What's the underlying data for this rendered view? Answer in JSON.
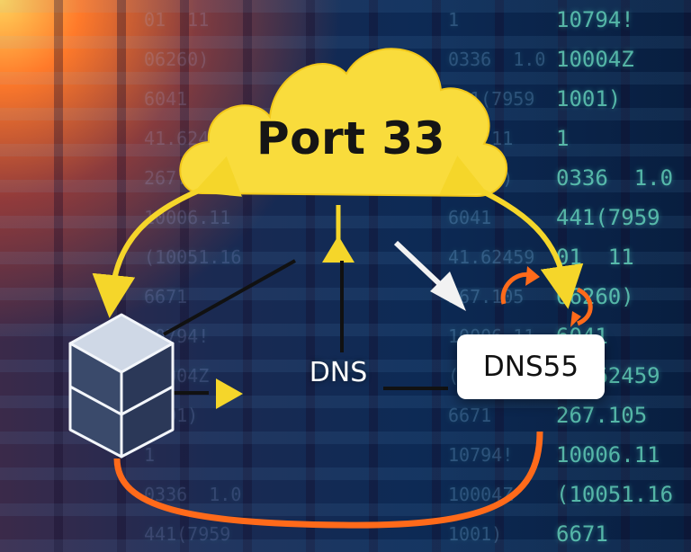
{
  "diagram": {
    "cloud": {
      "label": "Port 33",
      "color": "#f9dc3c"
    },
    "center_node": {
      "label": "DNS"
    },
    "dns_box": {
      "label": "DNS55"
    },
    "colors": {
      "yellow_arrow": "#f5d62a",
      "orange_loop": "#ff6a1a",
      "server": "#3a4a6b",
      "connector": "#111111"
    }
  },
  "background": {
    "code_lines": [
      "10794!",
      "10004Z",
      "1001)",
      "1",
      "0336  1.0",
      "441(7959",
      "01  11",
      "06260)",
      "6041",
      "41.62459",
      "267.105",
      "10006.11",
      "(10051.16",
      "6671"
    ]
  }
}
